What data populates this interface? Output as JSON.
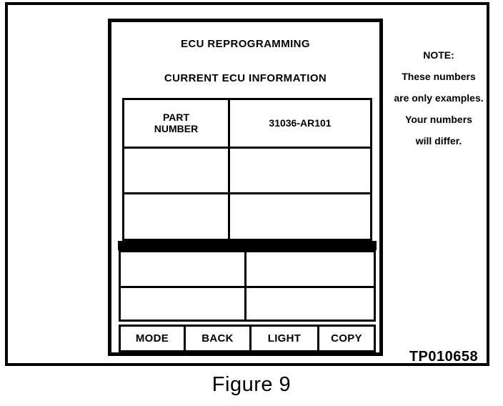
{
  "figure": {
    "caption": "Figure 9",
    "reference_code": "TP010658"
  },
  "device": {
    "title": "ECU REPROGRAMMING",
    "subtitle": "CURRENT ECU INFORMATION",
    "info_table": {
      "rows": [
        {
          "label": "PART\nNUMBER",
          "label_line1": "PART",
          "label_line2": "NUMBER",
          "value": "31036-AR101"
        },
        {
          "label": "",
          "label_line1": "",
          "label_line2": "",
          "value": ""
        },
        {
          "label": "",
          "label_line1": "",
          "label_line2": "",
          "value": ""
        }
      ]
    },
    "lower_table": {
      "rows": [
        {
          "left": "",
          "right": ""
        },
        {
          "left": "",
          "right": ""
        }
      ]
    },
    "softkeys": [
      {
        "label": "MODE"
      },
      {
        "label": "BACK"
      },
      {
        "label": "LIGHT"
      },
      {
        "label": "COPY"
      }
    ]
  },
  "note": {
    "lines": [
      "NOTE:",
      "These numbers",
      "are only examples.",
      "Your numbers",
      "will differ."
    ]
  },
  "colors": {
    "ink": "#000000",
    "paper": "#ffffff"
  }
}
